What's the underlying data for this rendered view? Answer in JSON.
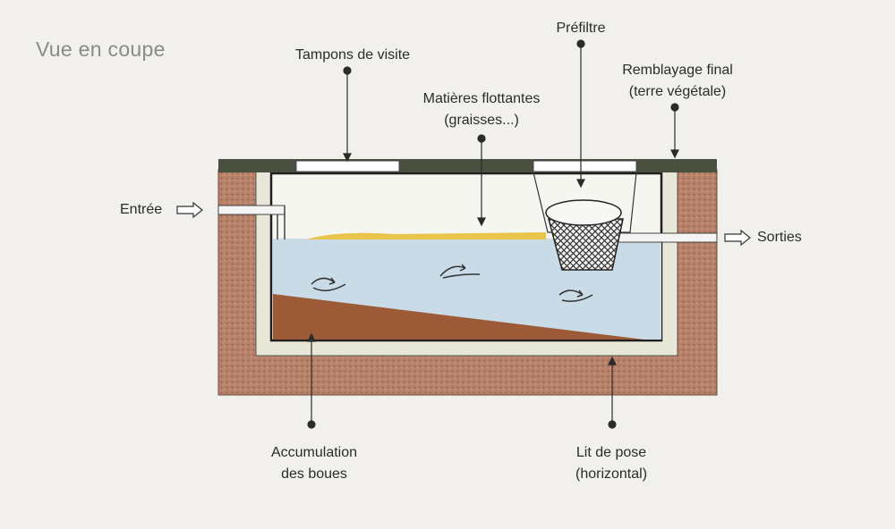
{
  "view_title": "Vue en coupe",
  "labels": {
    "inspection_covers": "Tampons de visite",
    "prefilter": "Préfiltre",
    "final_backfill_line1": "Remblayage final",
    "final_backfill_line2": "(terre végétale)",
    "floating_matter_line1": "Matières flottantes",
    "floating_matter_line2": "(graisses...)",
    "inlet": "Entrée",
    "outlets": "Sorties",
    "sludge_line1": "Accumulation",
    "sludge_line2": "des boues",
    "bedding_line1": "Lit de pose",
    "bedding_line2": "(horizontal)"
  },
  "colors": {
    "soil": "#b8826a",
    "concrete": "#e9e7d8",
    "water": "#c9dbe7",
    "sludge": "#9c5a36",
    "grease": "#e8c44a",
    "topsoil": "#4a5040",
    "outline": "#1f1f1f"
  }
}
